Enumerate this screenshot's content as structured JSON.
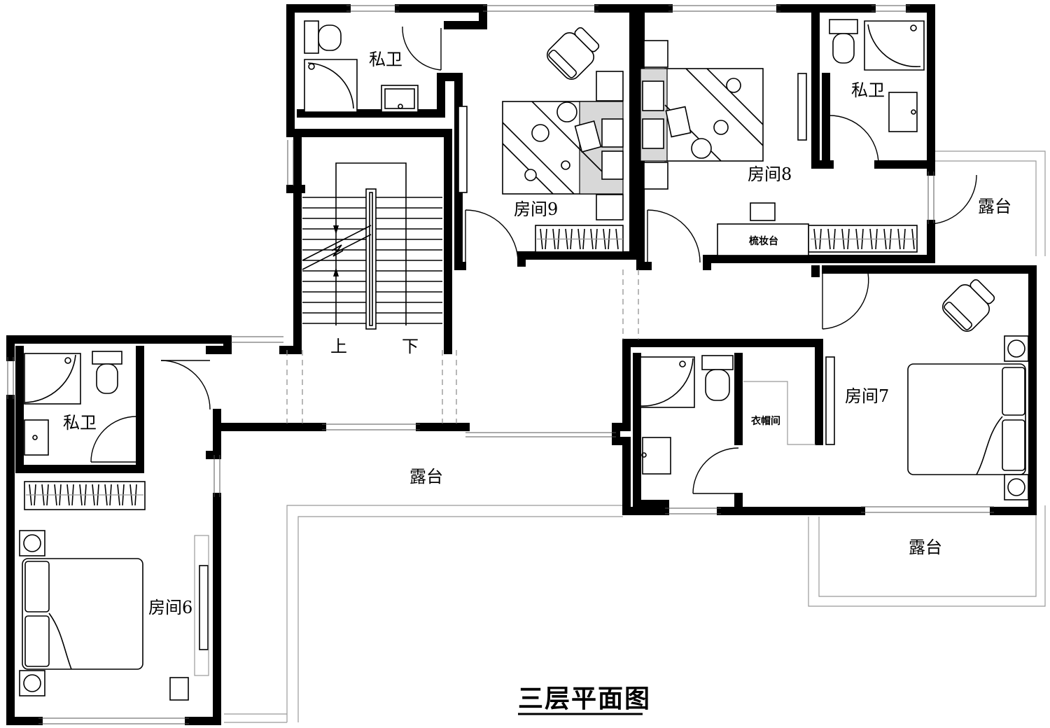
{
  "title": "三层平面图",
  "rooms": {
    "room9": "房间9",
    "room8": "房间8",
    "room7": "房间7",
    "room6": "房间6",
    "bath_top_left": "私卫",
    "bath_top_right": "私卫",
    "bath_left": "私卫",
    "cloakroom": "衣帽间",
    "dresser": "梳妆台",
    "terrace_right_upper": "露台",
    "terrace_center": "露台",
    "terrace_right_lower": "露台"
  },
  "stair": {
    "up": "上",
    "down": "下"
  },
  "colors": {
    "wall": "#000000",
    "line": "#000000",
    "background": "#ffffff"
  }
}
